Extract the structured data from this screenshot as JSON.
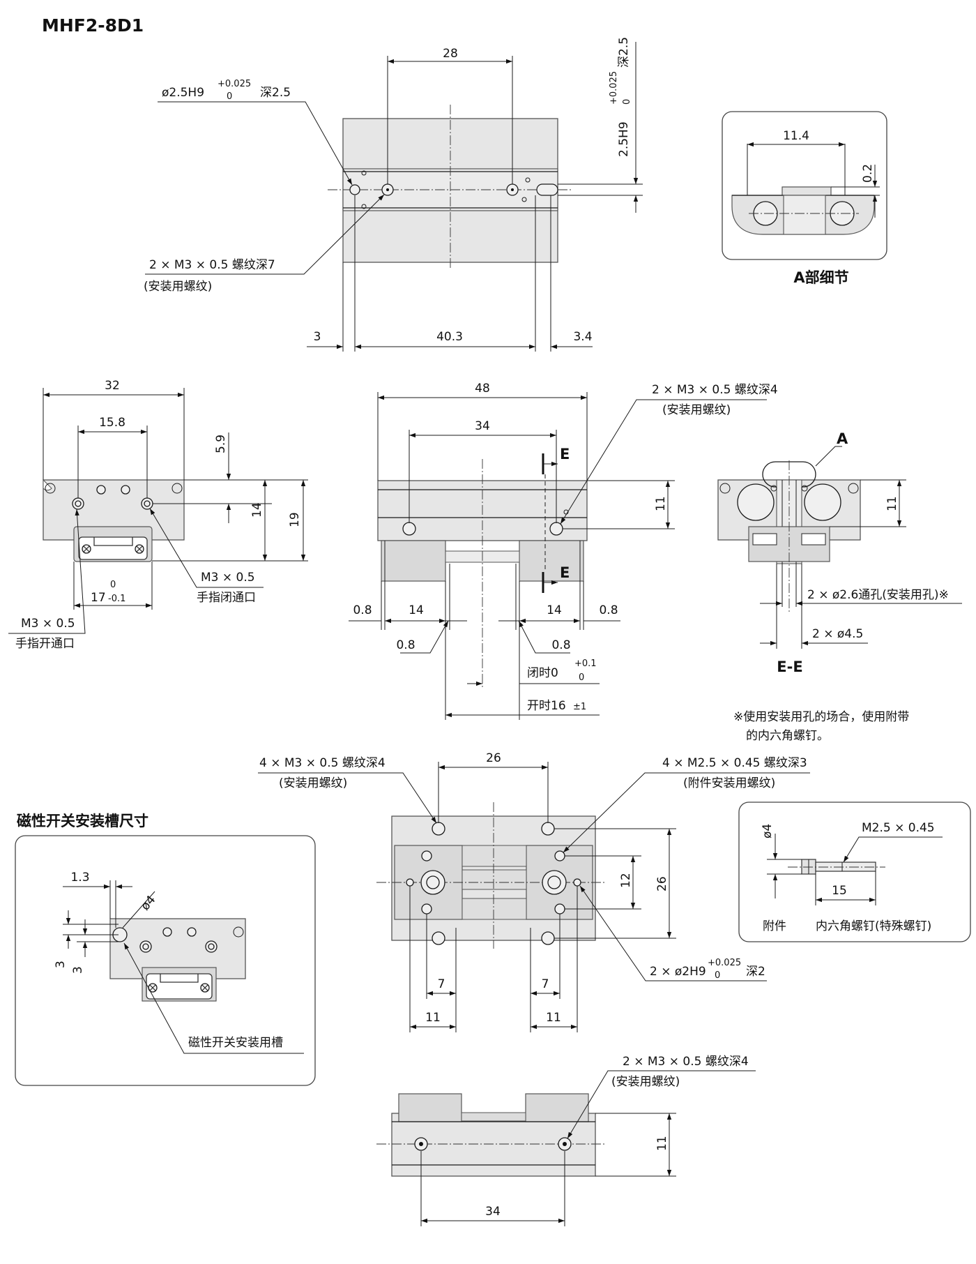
{
  "title": "MHF2-8D1",
  "top_view": {
    "dim_top": "28",
    "callout_pin_hole_dia": "ø2.5H9",
    "callout_pin_hole_tol_upper": "+0.025",
    "callout_pin_hole_tol_lower": "0",
    "callout_pin_hole_depth": "深2.5",
    "callout_thread": "2 × M3 × 0.5  螺纹深7",
    "callout_thread_note": "(安装用螺纹)",
    "side_label_dia": "2.5H9",
    "side_label_tol_upper": "+0.025",
    "side_label_tol_lower": "0",
    "side_label_depth": "深2.5",
    "dim_left": "3",
    "dim_mid": "40.3",
    "dim_right": "3.4"
  },
  "detail_a": {
    "dim_width": "11.4",
    "dim_height": "0.2",
    "caption": "A部细节"
  },
  "left_view": {
    "dim_32": "32",
    "dim_15_8": "15.8",
    "dim_5_9": "5.9",
    "dim_14": "14",
    "dim_19": "19",
    "dim_17": "17",
    "dim_17_tol_upper": "0",
    "dim_17_tol_lower": "-0.1",
    "port_close": "M3 × 0.5",
    "port_close_label": "手指闭通口",
    "port_open": "M3 × 0.5",
    "port_open_label": "手指开通口"
  },
  "front_view": {
    "dim_48": "48",
    "dim_34": "34",
    "section_mark": "E",
    "dim_11": "11",
    "callout_thread": "2 × M3 × 0.5 螺纹深4",
    "callout_thread_note": "(安装用螺纹)",
    "dim_0_8": "0.8",
    "dim_14": "14",
    "closed_label": "闭时0",
    "closed_tol_upper": "+0.1",
    "closed_tol_lower": "0",
    "open_label": "开时16",
    "open_tol": "±1"
  },
  "section_ee": {
    "mark_a": "A",
    "dim_11": "11",
    "thru_hole": "2 × ø2.6通孔(安装用孔)※",
    "counterbore": "2 × ø4.5",
    "caption": "E-E"
  },
  "note": {
    "line1": "※使用安装用孔的场合，使用附带",
    "line2": "的内六角螺钉。"
  },
  "bottom_view": {
    "callout_left": "4 × M3 × 0.5 螺纹深4",
    "callout_left_note": "(安装用螺纹)",
    "dim_26_top": "26",
    "callout_right": "4 × M2.5 × 0.45  螺纹深3",
    "callout_right_note": "(附件安装用螺纹)",
    "dim_12": "12",
    "dim_26_side": "26",
    "pin_hole": "2 × ø2H9",
    "pin_hole_tol_upper": "+0.025",
    "pin_hole_tol_lower": "0",
    "pin_hole_depth": "深2",
    "dim_7": "7",
    "dim_11": "11"
  },
  "switch_slot": {
    "title": "磁性开关安装槽尺寸",
    "dim_1_3": "1.3",
    "dim_phi4": "ø4",
    "dim_3": "3",
    "label": "磁性开关安装用槽"
  },
  "accessory": {
    "dim_phi4": "ø4",
    "thread": "M2.5 × 0.45",
    "dim_15": "15",
    "caption_prefix": "附件",
    "caption": "内六角螺钉(特殊螺钉)"
  },
  "rear_view": {
    "callout_thread": "2 × M3 × 0.5 螺纹深4",
    "callout_thread_note": "(安装用螺纹)",
    "dim_11": "11",
    "dim_34": "34"
  }
}
